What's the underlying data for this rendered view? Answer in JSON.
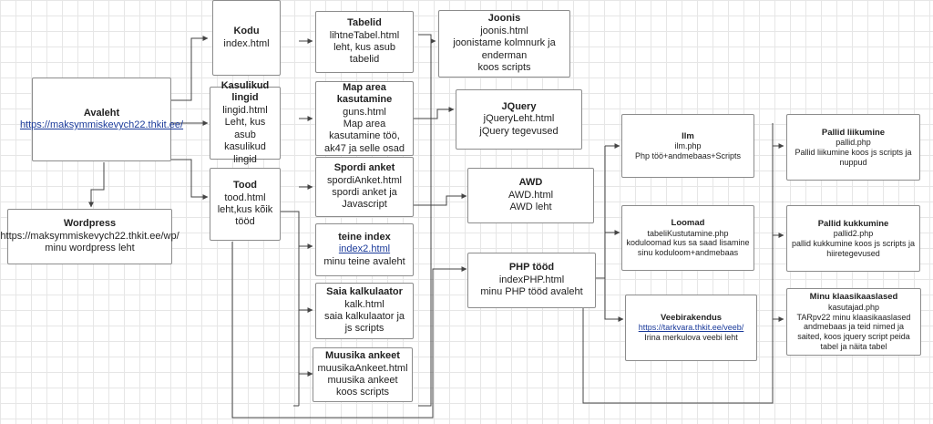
{
  "nodes": {
    "avaleht": {
      "title": "Avaleht",
      "link": "https://maksymmiskevych22.thkit.ee/"
    },
    "wordpress": {
      "title": "Wordpress",
      "lines": [
        "https://maksymmiskevych22.thkit.ee/wp/",
        "minu wordpress leht"
      ]
    },
    "kodu": {
      "title": "Kodu",
      "lines": [
        "index.html"
      ]
    },
    "kasulikud": {
      "title": "Kasulikud lingid",
      "lines": [
        "lingid.html",
        "Leht, kus asub kasulikud lingid"
      ]
    },
    "tood": {
      "title": "Tood",
      "lines": [
        "tood.html",
        "leht,kus kõik tööd"
      ]
    },
    "tabelid": {
      "title": "Tabelid",
      "lines": [
        "lihtneTabel.html",
        "leht, kus asub tabelid"
      ]
    },
    "maparea": {
      "title": "Map area kasutamine",
      "lines": [
        "guns.html",
        "Map area kasutamine töö, ak47 ja selle osad"
      ]
    },
    "spordi": {
      "title": "Spordi anket",
      "lines": [
        "spordiAnket.html",
        "spordi anket ja Javascript"
      ]
    },
    "teine": {
      "title": "teine index",
      "link": "index2.html",
      "lines": [
        "minu teine avaleht"
      ]
    },
    "saia": {
      "title": "Saia kalkulaator",
      "lines": [
        "kalk.html",
        "saia kalkulaator ja js scripts"
      ]
    },
    "muusika": {
      "title": "Muusika ankeet",
      "lines": [
        "muusikaAnkeet.html",
        "muusika ankeet koos scripts"
      ]
    },
    "joonis": {
      "title": "Joonis",
      "lines": [
        "joonis.html",
        "joonistame kolmnurk ja enderman",
        "koos scripts"
      ]
    },
    "jquery": {
      "title": "JQuery",
      "lines": [
        "jQueryLeht.html",
        "jQuery tegevused"
      ]
    },
    "awd": {
      "title": "AWD",
      "lines": [
        "AWD.html",
        "AWD leht"
      ]
    },
    "php": {
      "title": "PHP tööd",
      "lines": [
        "indexPHP.html",
        "minu PHP tööd avaleht"
      ]
    },
    "ilm": {
      "title": "Ilm",
      "lines": [
        "ilm.php",
        "Php töö+andmebaas+Scripts"
      ]
    },
    "loomad": {
      "title": "Loomad",
      "lines": [
        "tabeliKustutamine.php",
        "koduloomad kus sa saad lisamine sinu koduloom+andmebaas"
      ]
    },
    "veebi": {
      "title": "Veebirakendus",
      "link": "https://tarkvara.thkit.ee/veeb/",
      "lines": [
        "Irina merkulova veebi leht"
      ]
    },
    "pallid1": {
      "title": "Pallid liikumine",
      "lines": [
        "pallid.php",
        "Pallid liikumine koos js scripts ja nuppud"
      ]
    },
    "pallid2": {
      "title": "Pallid kukkumine",
      "lines": [
        "pallid2.php",
        "pallid kukkumine  koos js scripts ja hiiretegevused"
      ]
    },
    "klaasi": {
      "title": "Minu klaasikaaslased",
      "lines": [
        "kasutajad.php",
        "TARpv22 minu klaasikaaslased andmebaas ja  teid nimed ja saited, koos jquery script peida tabel ja näita tabel"
      ]
    }
  }
}
